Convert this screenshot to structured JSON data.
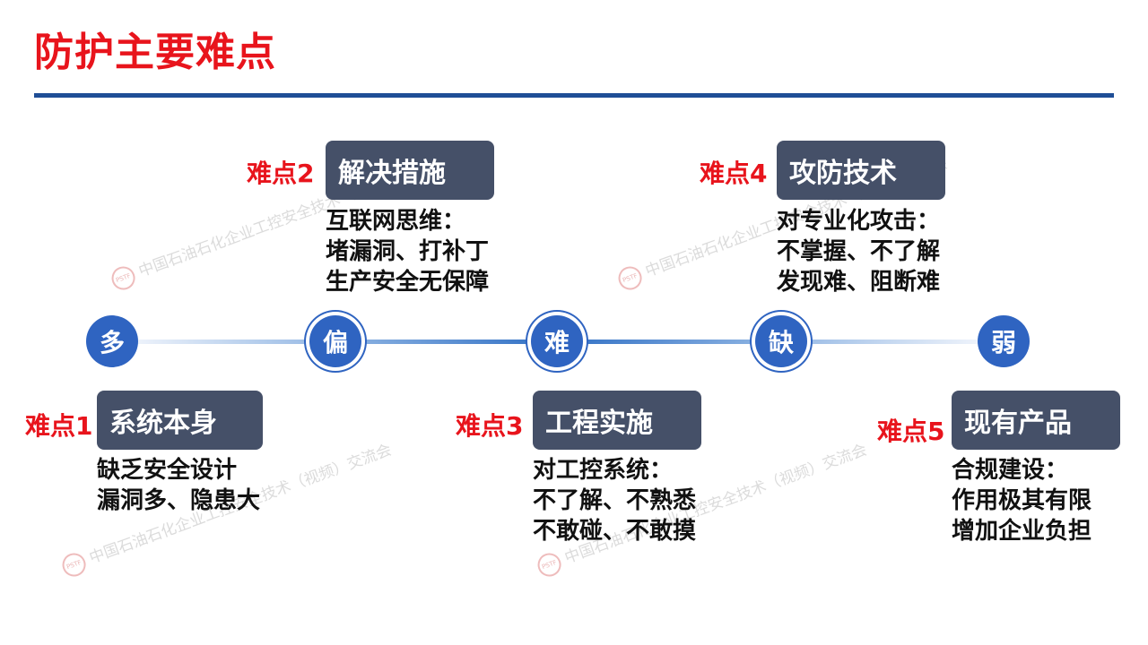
{
  "title": "防护主要难点",
  "watermark": "中国石油石化企业工控安全技术（视频）交流会",
  "nodes": [
    "多",
    "偏",
    "难",
    "缺",
    "弱"
  ],
  "difficulties": [
    {
      "tag": "难点1",
      "box": "系统本身",
      "lines": [
        "缺乏安全设计",
        "漏洞多、隐患大"
      ]
    },
    {
      "tag": "难点2",
      "box": "解决措施",
      "lines": [
        "互联网思维：",
        "堵漏洞、打补丁",
        "生产安全无保障"
      ]
    },
    {
      "tag": "难点3",
      "box": "工程实施",
      "lines": [
        "对工控系统：",
        "不了解、不熟悉",
        "不敢碰、不敢摸"
      ]
    },
    {
      "tag": "难点4",
      "box": "攻防技术",
      "lines": [
        "对专业化攻击：",
        "不掌握、不了解",
        "发现难、阻断难"
      ]
    },
    {
      "tag": "难点5",
      "box": "现有产品",
      "lines": [
        "合规建设：",
        "作用极其有限",
        "增加企业负担"
      ]
    }
  ]
}
